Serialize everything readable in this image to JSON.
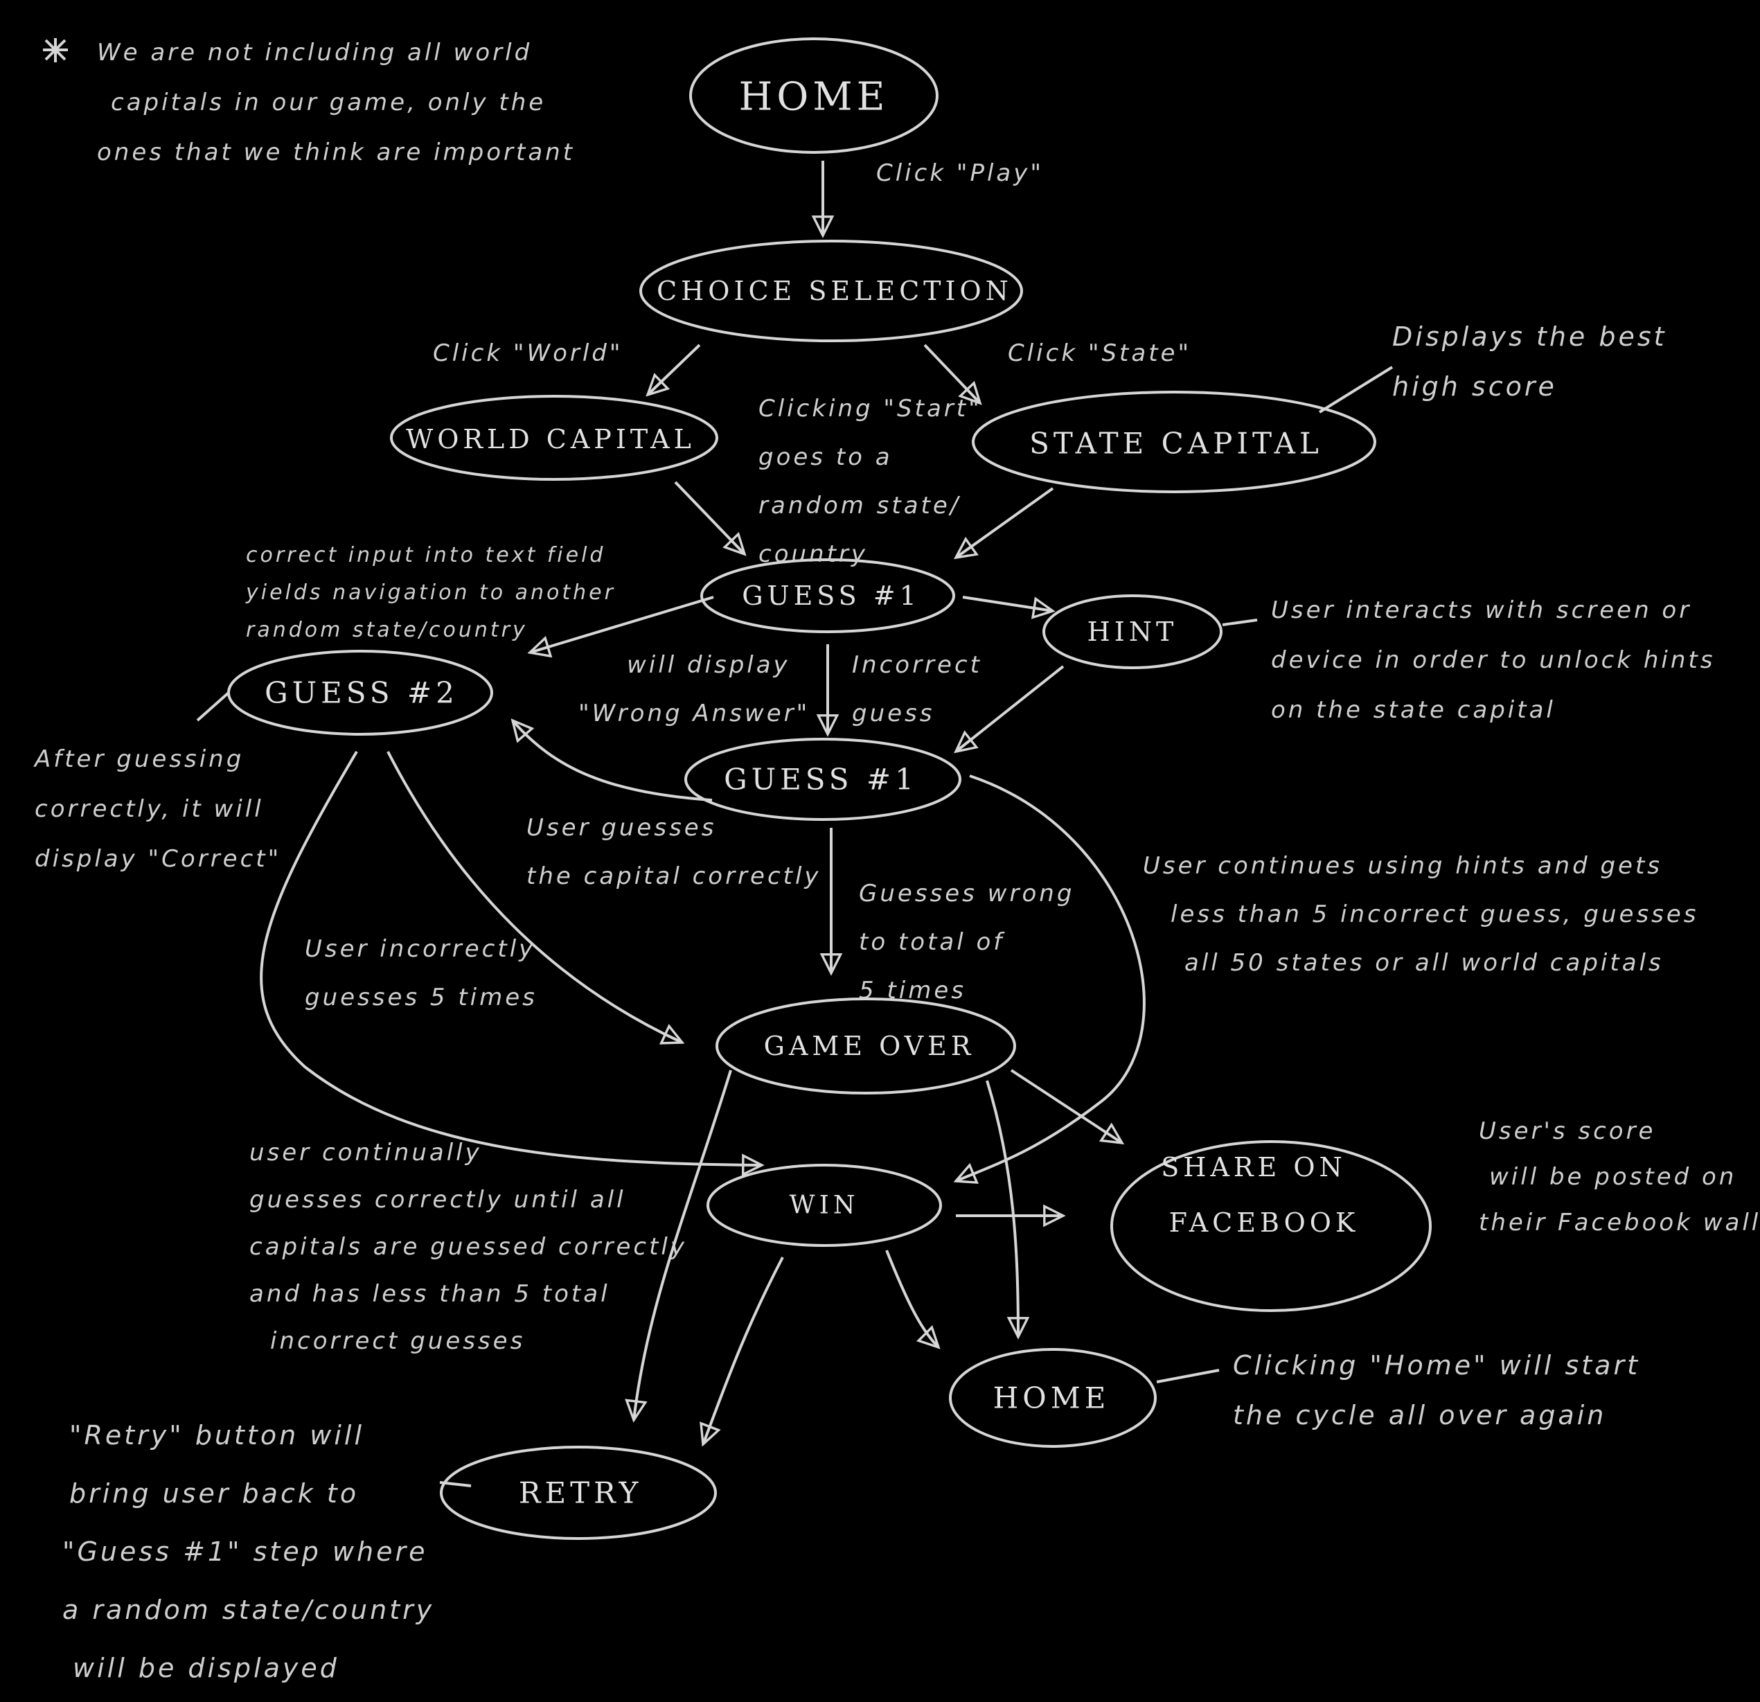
{
  "colors": {
    "background": "#000000",
    "chalk": "#d6d6d6"
  },
  "nodes": {
    "home_top": "HOME",
    "choice_selection": "CHOICE SELECTION",
    "world_capital": "WORLD CAPITAL",
    "state_capital": "STATE CAPITAL",
    "guess1_top": "GUESS #1",
    "hint": "HINT",
    "guess2": "GUESS #2",
    "guess1_mid": "GUESS #1",
    "game_over": "GAME OVER",
    "win": "WIN",
    "share_facebook_l1": "SHARE ON",
    "share_facebook_l2": "FACEBOOK",
    "home_bottom": "HOME",
    "retry": "RETRY"
  },
  "edge_labels": {
    "click_play": "Click \"Play\"",
    "click_world": "Click \"World\"",
    "click_state": "Click \"State\"",
    "clicking_start": [
      "Clicking \"Start\"",
      "goes to a",
      "random state/",
      "country"
    ],
    "correct_input": [
      "correct input into text field",
      "yields navigation to another",
      "random state/country"
    ],
    "will_display_wrong": [
      "will display",
      "\"Wrong Answer\""
    ],
    "incorrect_guess": [
      "Incorrect",
      "guess"
    ],
    "user_guesses_correct": [
      "User guesses",
      "the capital correctly"
    ],
    "guesses_wrong_total": [
      "Guesses wrong",
      "to total of",
      "5 times"
    ],
    "user_incorrectly_5": [
      "User incorrectly",
      "guesses 5 times"
    ],
    "user_continues": [
      "User continues using hints and gets",
      "less than 5 incorrect guess, guesses",
      "all 50 states or all world capitals"
    ],
    "user_continually": [
      "user continually",
      "guesses correctly until all",
      "capitals are guessed correctly",
      "and has less than 5 total",
      "incorrect guesses"
    ]
  },
  "notes": {
    "top_left": [
      "We are not including all world",
      "capitals in our game, only the",
      "ones that we think are important"
    ],
    "best_score": [
      "Displays the best",
      "high score"
    ],
    "hint_note": [
      "User interacts with screen or",
      "device in order to unlock hints",
      "on the state capital"
    ],
    "after_guessing": [
      "After guessing",
      "correctly, it will",
      "display \"Correct\""
    ],
    "facebook_note": [
      "User's score",
      "will be posted on",
      "their Facebook wall"
    ],
    "home_note": [
      "Clicking \"Home\" will start",
      "the cycle all over again"
    ],
    "retry_note": [
      "\"Retry\" button will",
      "bring user back to",
      "\"Guess #1\" step where",
      "a random state/country",
      "will be displayed"
    ]
  }
}
